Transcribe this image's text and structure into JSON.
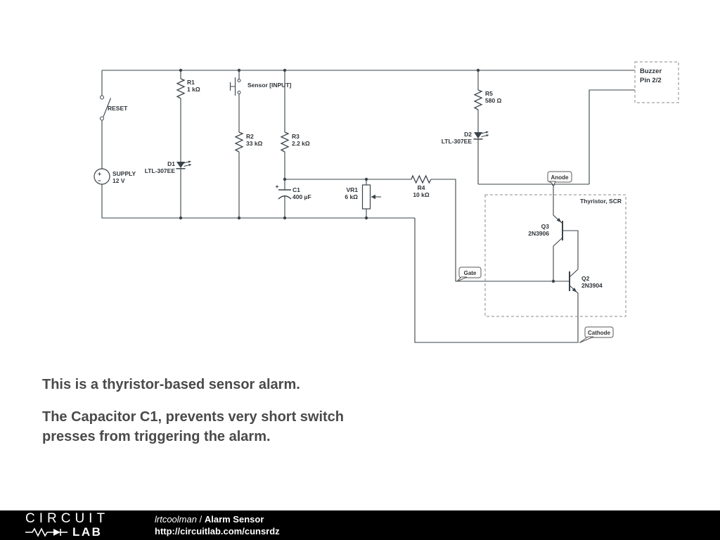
{
  "labels": {
    "reset": "RESET",
    "supply_name": "SUPPLY",
    "supply_value": "12 V",
    "plus": "+",
    "minus": "−",
    "r1_name": "R1",
    "r1_value": "1 kΩ",
    "sensor": "Sensor [INPUT]",
    "r2_name": "R2",
    "r2_value": "33 kΩ",
    "r3_name": "R3",
    "r3_value": "2.2 kΩ",
    "c1_plus": "+",
    "c1_name": "C1",
    "c1_value": "400 µF",
    "vr1_name": "VR1",
    "vr1_value": "6 kΩ",
    "r4_name": "R4",
    "r4_value": "10 kΩ",
    "r5_name": "R5",
    "r5_value": "580 Ω",
    "d1_name": "D1",
    "d1_value": "LTL-307EE",
    "d2_name": "D2",
    "d2_value": "LTL-307EE",
    "q3_name": "Q3",
    "q3_value": "2N3906",
    "q2_name": "Q2",
    "q2_value": "2N3904",
    "buzzer_line1": "Buzzer",
    "buzzer_line2": "Pin 2/2",
    "scr_box": "Thyristor, SCR",
    "flag_anode": "Anode",
    "flag_gate": "Gate",
    "flag_cathode": "Cathode"
  },
  "caption": {
    "line1": "This is a thyristor-based sensor alarm.",
    "line2a": "The Capacitor C1, prevents very short switch",
    "line2b": "presses from triggering the alarm."
  },
  "footer": {
    "logo_circuit": "CIRCUIT",
    "logo_lab": "LAB",
    "author": "lrtcoolman",
    "divider": "/",
    "title": "Alarm Sensor",
    "url": "http://circuitlab.com/cunsrdz"
  },
  "colors": {
    "wire": "#3a4349",
    "background": "#ffffff",
    "footer_bg": "#000000",
    "caption_text": "#4a4a4a"
  }
}
